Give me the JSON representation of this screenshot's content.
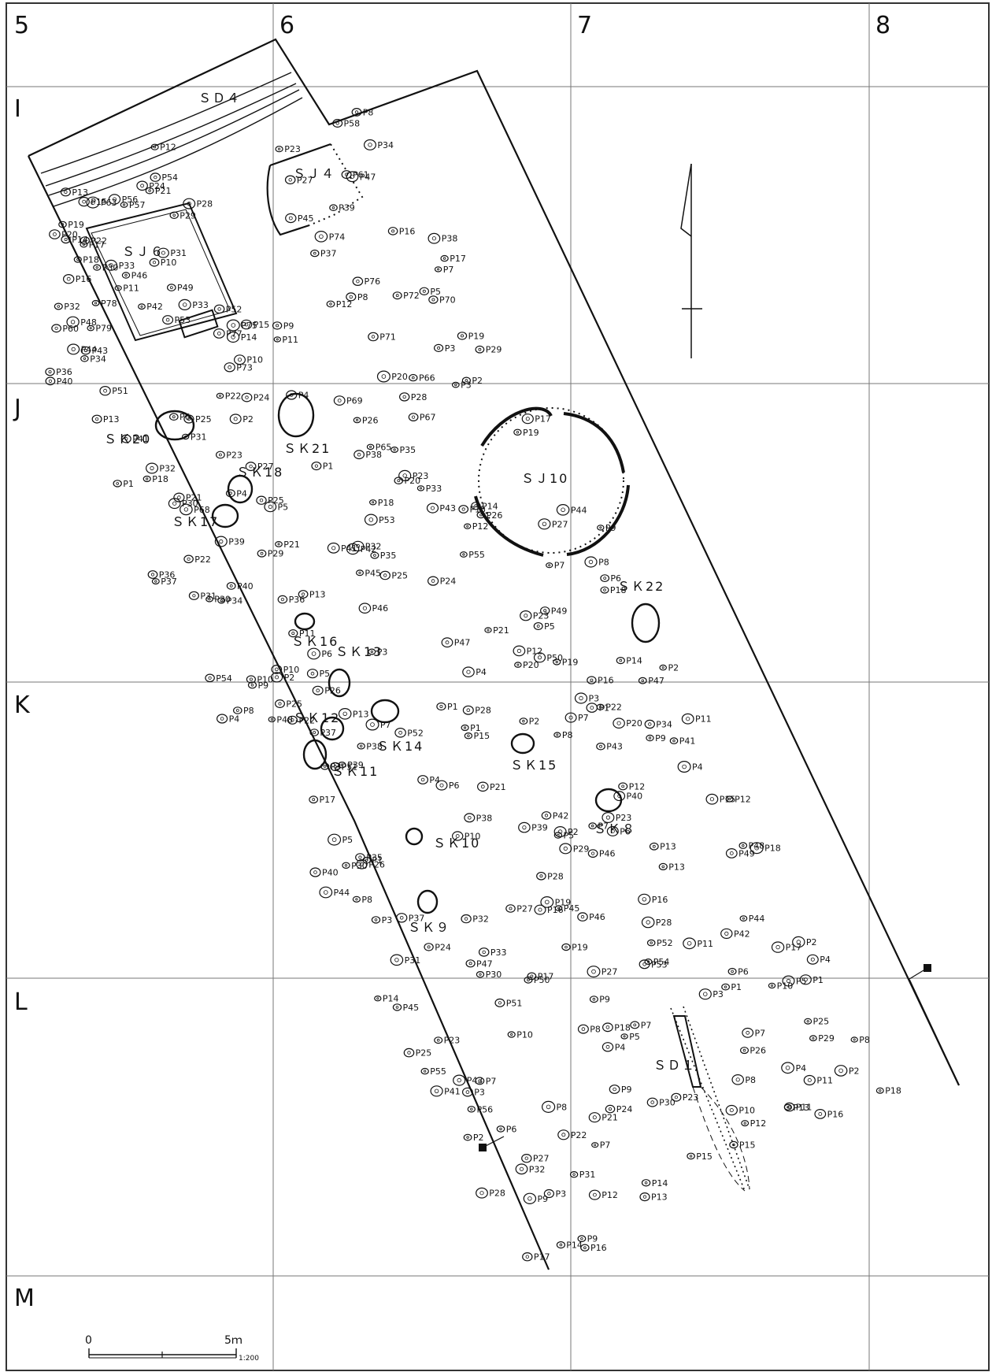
{
  "grid": {
    "columns": [
      "5",
      "6",
      "7",
      "8"
    ],
    "rows": [
      "I",
      "J",
      "K",
      "L",
      "M"
    ]
  },
  "features": {
    "sd4": "ＳＤ４",
    "sj4": "ＳＪ４",
    "sj6": "ＳＪ６",
    "sj10": "ＳＪ10",
    "sk20": "ＳＫ20",
    "sk21": "ＳＫ21",
    "sk18": "ＳＫ18",
    "sk17": "ＳＫ17",
    "sk16": "ＳＫ16",
    "sk13": "ＳＫ13",
    "sk12": "ＳＫ12",
    "sk14": "ＳＫ14",
    "sk11": "ＳＫ11",
    "sk15": "ＳＫ15",
    "sk22": "ＳＫ22",
    "sk8": "ＳＫ８",
    "sk10": "ＳＫ10",
    "sk9": "ＳＫ９",
    "sd1": "ＳＤ１"
  },
  "pits": [
    "P12",
    "P13",
    "P14",
    "P15",
    "P20",
    "P19",
    "P18",
    "P21",
    "P24",
    "P63",
    "P54",
    "P56",
    "P57",
    "P58",
    "P22",
    "P23",
    "P17",
    "P16",
    "P8",
    "P28",
    "P29",
    "P30",
    "P33",
    "P34",
    "P27",
    "P32",
    "P31",
    "P11",
    "P10",
    "P60",
    "P61",
    "P48",
    "P46",
    "P45",
    "P47",
    "P78",
    "P44",
    "P79",
    "P42",
    "P49",
    "P39",
    "P36",
    "P43",
    "P40",
    "P74",
    "P37",
    "P33",
    "P34",
    "P53",
    "P52",
    "P16",
    "P51",
    "P15",
    "P14",
    "P77",
    "P76",
    "P38",
    "P75",
    "P9",
    "P8",
    "P10",
    "P13",
    "P17",
    "P12",
    "P11",
    "P7",
    "P73",
    "P6",
    "P5",
    "P72",
    "P24",
    "P41",
    "P25",
    "P22",
    "P71",
    "P70",
    "P31",
    "P32",
    "P1",
    "P2",
    "P4",
    "P3",
    "P19",
    "P18",
    "P20",
    "P23",
    "P21",
    "P66",
    "P69",
    "P29",
    "P27",
    "P30",
    "P28",
    "P26",
    "P68",
    "P67",
    "P3",
    "P2",
    "P4",
    "P5",
    "P65",
    "P1",
    "P25",
    "P38",
    "P35",
    "P36",
    "P37",
    "P22",
    "P23",
    "P39",
    "P17",
    "P18",
    "P21",
    "P20",
    "P19",
    "P33",
    "P29",
    "P31",
    "P53",
    "P30",
    "P40",
    "P34",
    "P41",
    "P42",
    "P43",
    "P32",
    "P36",
    "P45",
    "P35",
    "P26",
    "P15",
    "P14",
    "P13",
    "P12",
    "P25",
    "P54",
    "P55",
    "P44",
    "P11",
    "P27",
    "P46",
    "P10",
    "P24",
    "P10",
    "P9",
    "P4",
    "P6",
    "P5",
    "P3",
    "P2",
    "P7",
    "P8",
    "P9",
    "P26",
    "P25",
    "P48",
    "P47",
    "P8",
    "P21",
    "P22",
    "P23",
    "P18",
    "P37",
    "P49",
    "P13",
    "P6",
    "P7",
    "P5",
    "P12",
    "P4",
    "P50",
    "P20",
    "P19",
    "P1",
    "P3",
    "P38",
    "P51",
    "P52",
    "P39",
    "P17",
    "P28",
    "P16",
    "P15",
    "P14",
    "P1",
    "P2",
    "P3",
    "P4",
    "P7",
    "P6",
    "P8",
    "P5",
    "P2",
    "P1",
    "P47",
    "P22",
    "P20",
    "P21",
    "P30",
    "P26",
    "P40",
    "P35",
    "P34",
    "P43",
    "P1",
    "P38",
    "P44",
    "P10",
    "P9",
    "P11",
    "P8",
    "P42",
    "P41",
    "P39",
    "P40",
    "P3",
    "P4",
    "P7",
    "P12",
    "P2",
    "P5",
    "P37",
    "P6",
    "P23",
    "P28",
    "P29",
    "P32",
    "P31",
    "P27",
    "P46",
    "P24",
    "P16",
    "P15",
    "P12",
    "P14",
    "P19",
    "P13",
    "P33",
    "P45",
    "P13",
    "P46",
    "P47",
    "P30",
    "P45",
    "P48",
    "P19",
    "P18",
    "P49",
    "P16",
    "P28",
    "P50",
    "P23",
    "P17",
    "P27",
    "P25",
    "P51",
    "P52",
    "P54",
    "P53",
    "P55",
    "P10",
    "P11",
    "P44",
    "P43",
    "P42",
    "P9",
    "P8",
    "P7",
    "P41",
    "P18",
    "P17",
    "P6",
    "P5",
    "P4",
    "P3",
    "P1",
    "P2",
    "P56",
    "P7",
    "P3",
    "P2",
    "P4",
    "P5",
    "P8",
    "P9",
    "P10",
    "P1",
    "P6",
    "P7",
    "P21",
    "P22",
    "P25",
    "P26",
    "P27",
    "P23",
    "P24",
    "P28",
    "P29",
    "P30",
    "P32",
    "P31",
    "P7",
    "P8",
    "P4",
    "P9",
    "P8",
    "P11",
    "P3",
    "P12",
    "P10",
    "P12",
    "P13",
    "P14",
    "P2",
    "P11",
    "P13",
    "P14",
    "P15",
    "P16",
    "P15",
    "P16",
    "P17",
    "P18",
    "P9"
  ],
  "scale": {
    "start": "0",
    "end": "5ｍ",
    "ratio": "1:200"
  }
}
